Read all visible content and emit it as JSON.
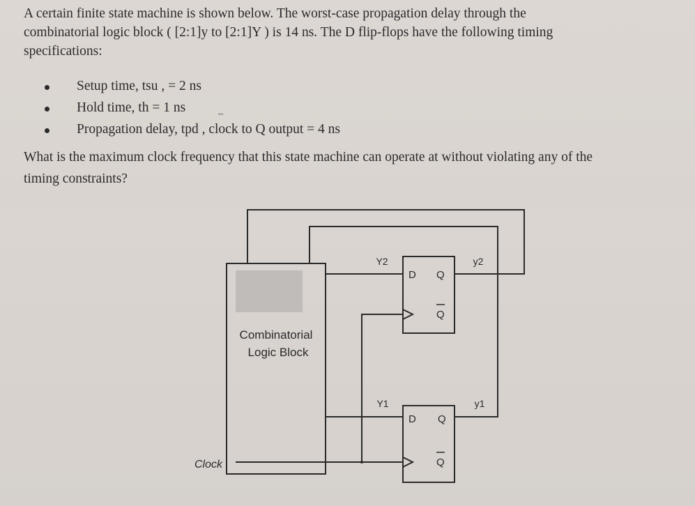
{
  "problem": {
    "line1": "A certain finite state machine is shown below. The worst-case propagation delay through the",
    "line2": "combinatorial logic block ( [2:1]y to [2:1]Y ) is 14 ns. The D flip-flops have the following timing",
    "line3": "specifications:",
    "bullets": [
      "Setup time, tsu , = 2 ns",
      "Hold time, th = 1 ns",
      "Propagation delay, tpd , clock to Q output = 4 ns"
    ],
    "question_line1": "What is the maximum clock frequency that this state machine can operate at without violating any of the",
    "question_line2": "timing constraints?"
  },
  "diagram": {
    "block_label_line1": "Combinatorial",
    "block_label_line2": "Logic Block",
    "ff_top": {
      "d": "D",
      "q": "Q",
      "qbar": "Q",
      "in_label": "Y2",
      "out_label": "y2"
    },
    "ff_bottom": {
      "d": "D",
      "q": "Q",
      "qbar": "Q",
      "in_label": "Y1",
      "out_label": "y1"
    },
    "clock_label": "Clock"
  }
}
